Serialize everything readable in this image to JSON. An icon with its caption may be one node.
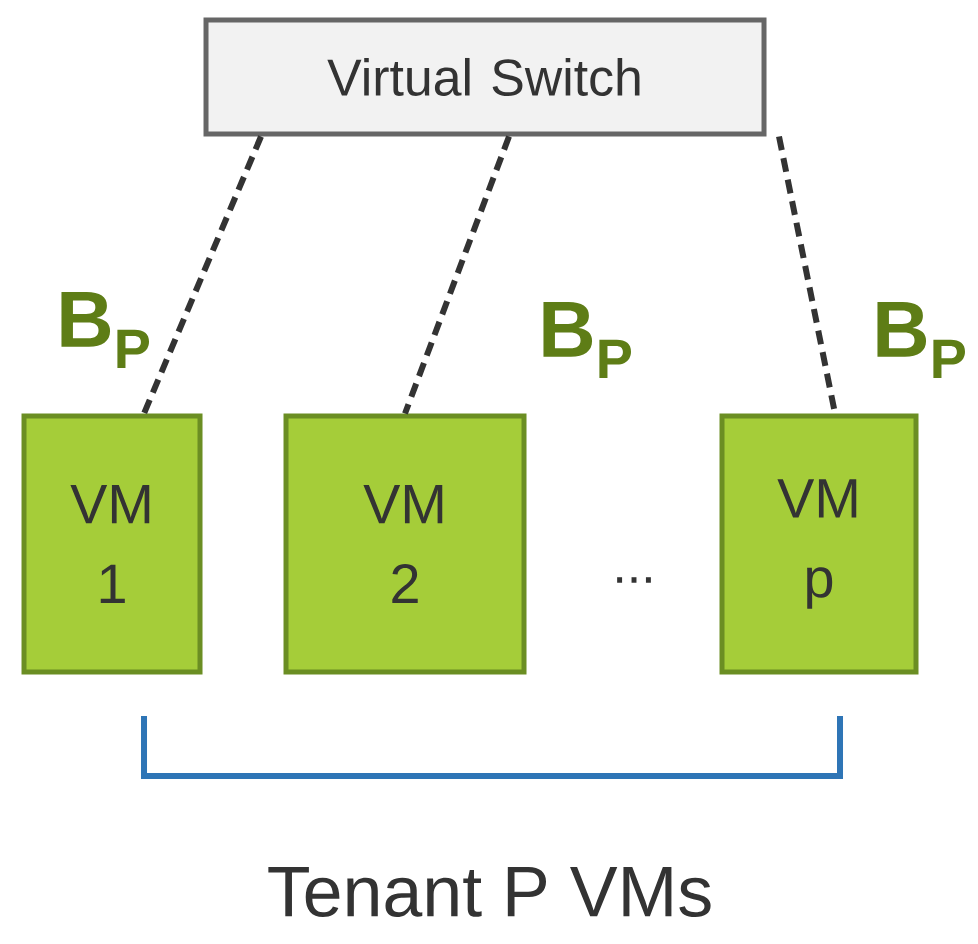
{
  "diagram": {
    "nodes": [
      {
        "text": [
          "Virtual Switch"
        ]
      },
      {
        "text": [
          "VM 1"
        ]
      },
      {
        "text": [
          "VM 2"
        ]
      },
      {
        "text": [
          "VM p"
        ]
      }
    ],
    "edges": [
      {
        "from": 0,
        "to": 1,
        "arrow": "none",
        "style": "dashed"
      },
      {
        "from": 0,
        "to": 2,
        "arrow": "none",
        "style": "dashed"
      },
      {
        "from": 0,
        "to": 3,
        "arrow": "none",
        "style": "dashed"
      }
    ],
    "labels": [
      "B$_{P}$",
      "B$_{P}$",
      "B$_{P}$",
      "...",
      "Tenant P VMs"
    ]
  }
}
